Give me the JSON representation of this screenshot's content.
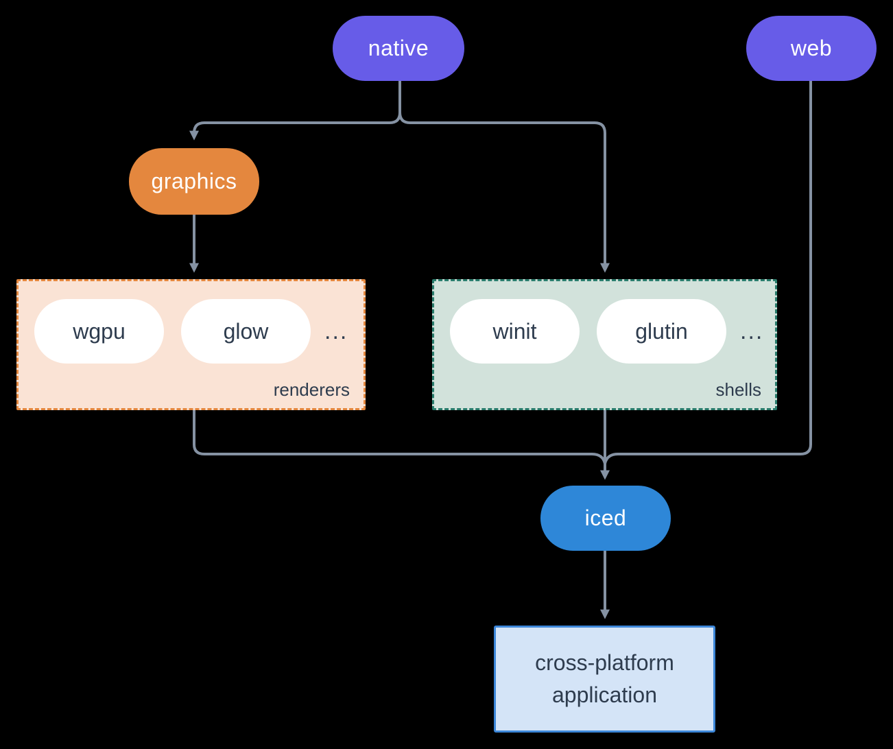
{
  "diagram": {
    "background": "#000000",
    "connector_color": "#8592a3",
    "nodes": {
      "native": {
        "label": "native",
        "fill": "#675ce8",
        "text_color": "#ffffff"
      },
      "web": {
        "label": "web",
        "fill": "#675ce8",
        "text_color": "#ffffff"
      },
      "graphics": {
        "label": "graphics",
        "fill": "#e4873e",
        "text_color": "#ffffff"
      },
      "iced": {
        "label": "iced",
        "fill": "#2e87d8",
        "text_color": "#ffffff"
      },
      "app": {
        "label_line1": "cross-platform",
        "label_line2": "application",
        "fill": "#d4e4f7",
        "border": "#3d87d9",
        "text_color": "#2e3c4e"
      }
    },
    "groups": {
      "renderers": {
        "label": "renderers",
        "fill": "#fae3d5",
        "border": "#e4873e",
        "items": [
          "wgpu",
          "glow"
        ],
        "ellipsis": "..."
      },
      "shells": {
        "label": "shells",
        "fill": "#d2e2db",
        "border": "#2a7d6d",
        "items": [
          "winit",
          "glutin"
        ],
        "ellipsis": "..."
      }
    },
    "edges": [
      "native -> graphics",
      "native -> shells",
      "graphics -> renderers",
      "renderers -> iced",
      "shells -> iced",
      "web -> iced",
      "iced -> cross-platform application"
    ]
  }
}
